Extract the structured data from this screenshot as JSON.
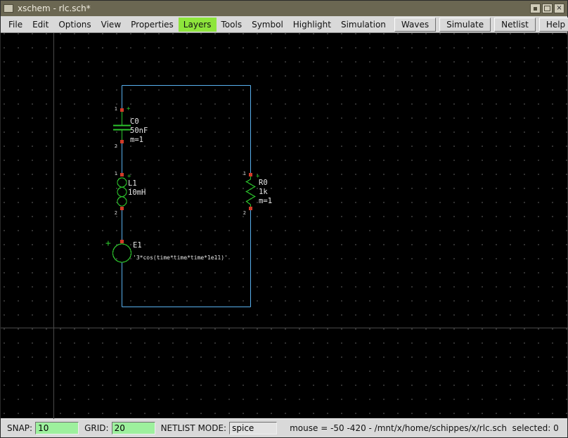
{
  "window": {
    "title": "xschem - rlc.sch*",
    "controls": {
      "close": "×"
    }
  },
  "menubar": {
    "items": [
      "File",
      "Edit",
      "Options",
      "View",
      "Properties",
      "Layers",
      "Tools",
      "Symbol",
      "Highlight",
      "Simulation"
    ],
    "highlighted_item": "Layers",
    "buttons": [
      "Waves",
      "Simulate",
      "Netlist",
      "Help"
    ]
  },
  "schematic": {
    "components": [
      {
        "name": "C0",
        "value": "50nF",
        "mult": "m=1",
        "pin_top": "1",
        "pin_bottom": "2",
        "polarity": "+"
      },
      {
        "name": "L1",
        "value": "10mH",
        "pin_top": "1",
        "pin_bottom": "2",
        "polarity": "+"
      },
      {
        "name": "E1",
        "value": "'3*cos(time*time*time*1e11)'",
        "polarity": "+"
      },
      {
        "name": "R0",
        "value": "1k",
        "mult": "m=1",
        "pin_top": "1",
        "pin_bottom": "2",
        "polarity": "+"
      }
    ],
    "colors": {
      "wire": "#59b1ef",
      "symbol": "#2cc32c",
      "pin": "#d23b28",
      "label": "#e6e6e6",
      "grid_dot": "#3d3d3d",
      "background": "#000000"
    }
  },
  "statusbar": {
    "snap_label": "SNAP:",
    "snap_value": "10",
    "grid_label": "GRID:",
    "grid_value": "20",
    "netlist_mode_label": "NETLIST MODE:",
    "netlist_mode_value": "spice",
    "info": "mouse = -50 -420 - /mnt/x/home/schippes/x/rlc.sch  selected: 0"
  }
}
